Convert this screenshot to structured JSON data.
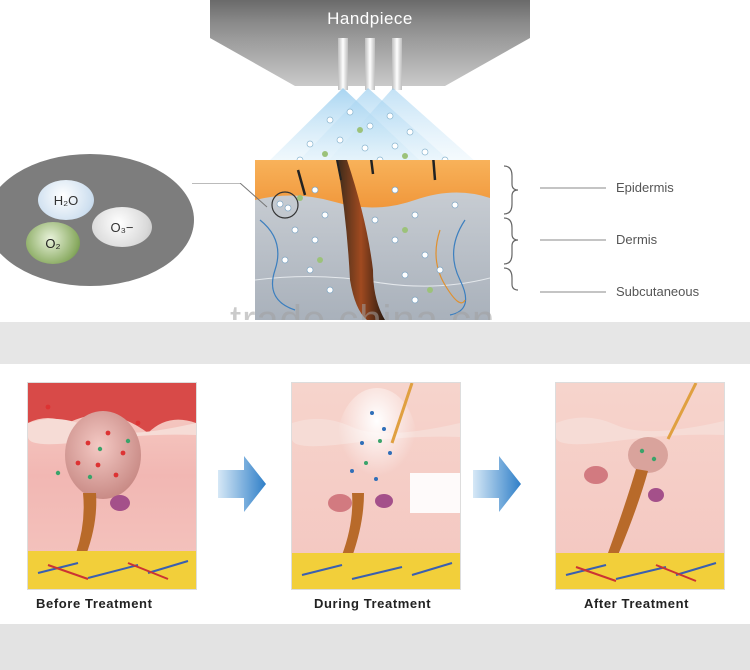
{
  "handpiece": {
    "label": "Handpiece"
  },
  "molecules": {
    "h2o": "H₂O",
    "o3": "O₃−",
    "o2": "O₂"
  },
  "layers": {
    "epidermis": "Epidermis",
    "dermis": "Dermis",
    "subcutaneous": "Subcutaneous"
  },
  "watermark": "trade.china.cn",
  "stages": [
    {
      "caption": "Before Treatment"
    },
    {
      "caption": "During Treatment"
    },
    {
      "caption": "After Treatment"
    }
  ],
  "colors": {
    "epidermis": "#f6a84c",
    "dermis": "#b7bfc8",
    "spray": "#cfe8f8",
    "skin_pink": "#f2b7b3",
    "fat": "#f2cf3a",
    "arrow": "#3a8fd6"
  }
}
